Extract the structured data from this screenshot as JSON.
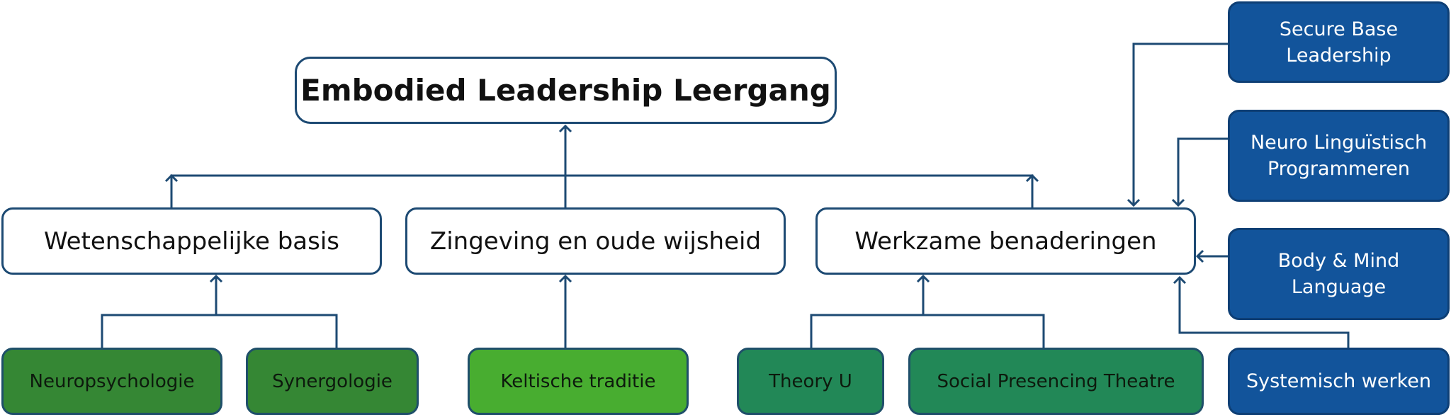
{
  "diagram": {
    "title": "Embodied Leadership Leergang",
    "pillars": [
      {
        "id": "wetenschap",
        "label": "Wetenschappelijke basis"
      },
      {
        "id": "zingeving",
        "label": "Zingeving en oude wijsheid"
      },
      {
        "id": "werkzame",
        "label": "Werkzame benaderingen"
      }
    ],
    "bottom_nodes": [
      {
        "label": "Neuropsychologie",
        "color": "#358734"
      },
      {
        "label": "Synergologie",
        "color": "#358734"
      },
      {
        "label": "Keltische traditie",
        "color": "#48ad30"
      },
      {
        "label": "Theory U",
        "color": "#228857"
      },
      {
        "label": "Social Presencing Theatre",
        "color": "#228857"
      }
    ],
    "side_nodes": [
      {
        "line1": "Secure Base",
        "line2": "Leadership"
      },
      {
        "line1": "Neuro Linguïstisch",
        "line2": "Programmeren"
      },
      {
        "line1": "Body & Mind",
        "line2": "Language"
      },
      {
        "line1": "Systemisch werken",
        "line2": ""
      }
    ],
    "colors": {
      "line": "#1d4a73",
      "side_blue": "#12549b"
    }
  }
}
